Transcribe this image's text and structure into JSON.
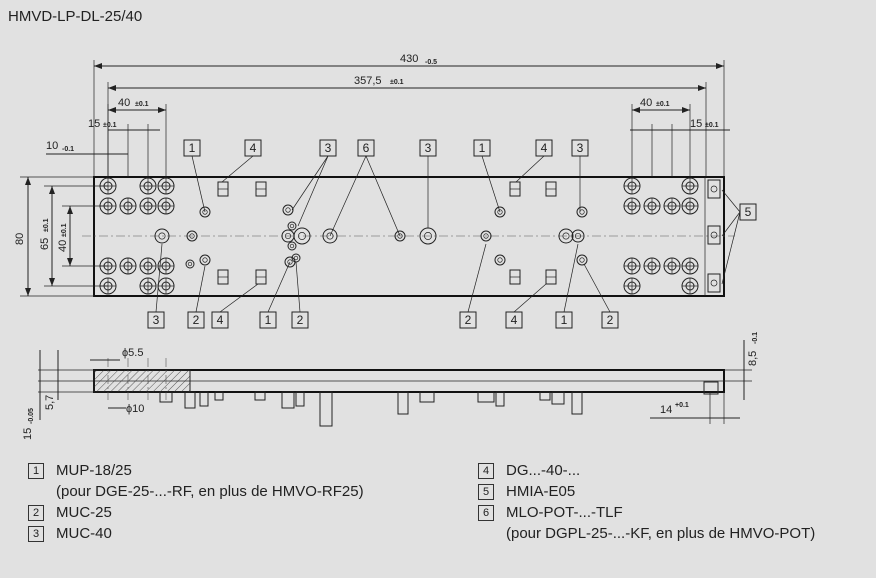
{
  "title": "HMVD-LP-DL-25/40",
  "dimensions": {
    "d430": "430",
    "d430_tol": "-0.5",
    "d357": "357,5",
    "d357_tol": "±0.1",
    "d40_left": "40",
    "d40_left_tol": "±0.1",
    "d40_right": "40",
    "d40_right_tol": "±0.1",
    "d15_left": "15",
    "d15_left_tol": "±0.1",
    "d15_right": "15",
    "d15_right_tol": "±0.1",
    "d10": "10",
    "d10_tol": "-0.1",
    "d80": "80",
    "d65": "65",
    "d65_tol": "±0.1",
    "d40_v": "40",
    "d40_v_tol": "±0.1",
    "phi55": "ϕ5.5",
    "phi10": "ϕ10",
    "d57": "5,7",
    "d15_side": "15",
    "d15_side_tol": "-0.05",
    "d85": "8,5",
    "d85_tol": "-0.1",
    "d14": "14",
    "d14_tol": "+0.1"
  },
  "callouts_top": [
    "1",
    "4",
    "3",
    "6",
    "3",
    "1",
    "4",
    "3"
  ],
  "callouts_bottom": [
    "3",
    "2",
    "4",
    "1",
    "2",
    "2",
    "4",
    "1",
    "2"
  ],
  "callout_right": "5",
  "legend_left": [
    {
      "num": "1",
      "text": "MUP-18/25",
      "sub": "(pour DGE-25-...-RF, en plus de HMVO-RF25)"
    },
    {
      "num": "2",
      "text": "MUC-25"
    },
    {
      "num": "3",
      "text": "MUC-40"
    }
  ],
  "legend_right": [
    {
      "num": "4",
      "text": "DG...-40-..."
    },
    {
      "num": "5",
      "text": "HMIA-E05"
    },
    {
      "num": "6",
      "text": "MLO-POT-...-TLF",
      "sub": "(pour DGPL-25-...-KF, en plus de HMVO-POT)"
    }
  ]
}
